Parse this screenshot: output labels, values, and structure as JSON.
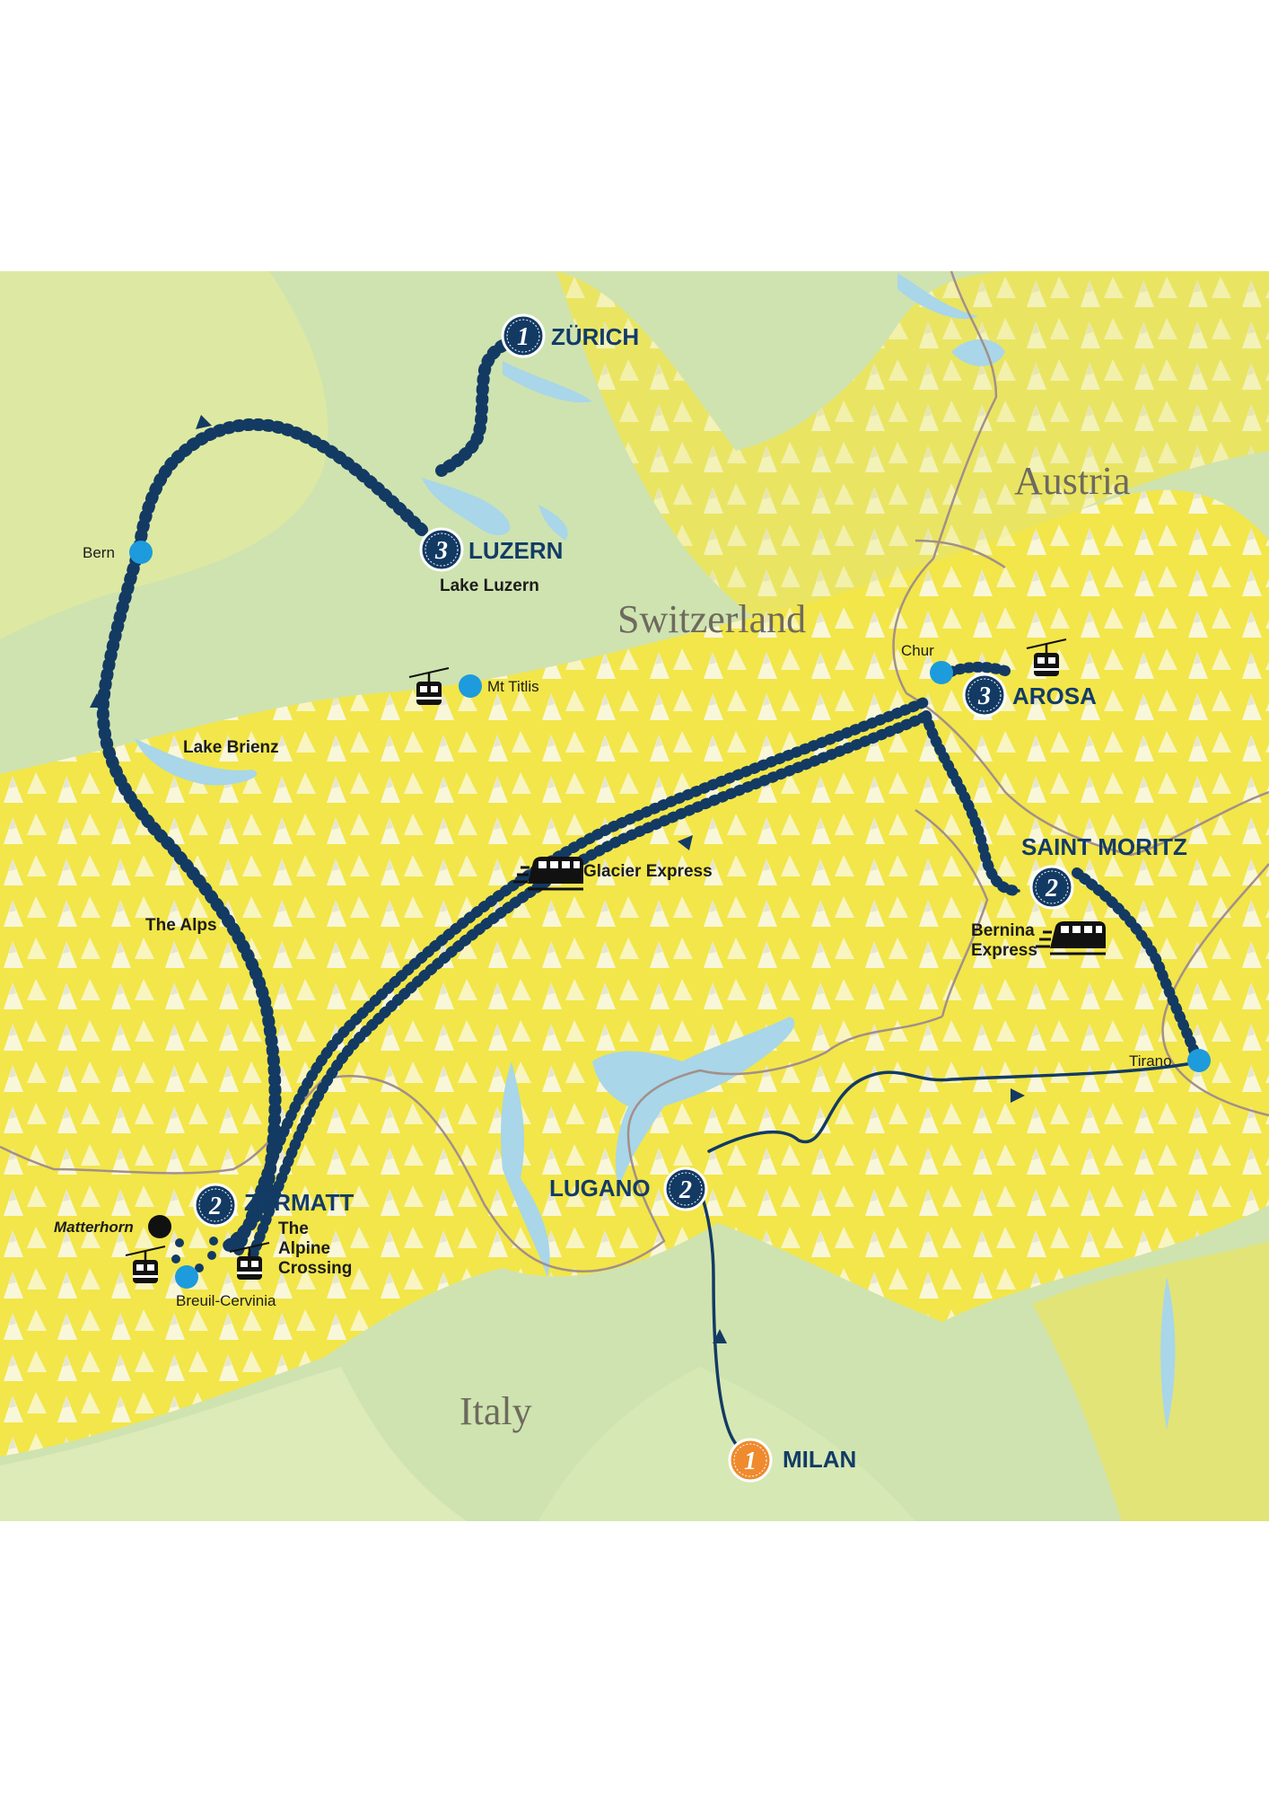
{
  "colors": {
    "land_green": "#cfe3b0",
    "mountain_yellow": "#f2e64a",
    "snow_white": "#fbfbf4",
    "water_blue": "#a9d6e8",
    "route_navy": "#133a63",
    "stop_blue": "#1e9bdc",
    "milan_orange": "#ef8a2e",
    "border_brown": "#a38f8a"
  },
  "countries": {
    "switzerland": "Switzerland",
    "austria": "Austria",
    "italy": "Italy"
  },
  "cities": {
    "zurich": {
      "label": "ZÜRICH",
      "nights": "1"
    },
    "luzern": {
      "label": "LUZERN",
      "nights": "3"
    },
    "arosa": {
      "label": "AROSA",
      "nights": "3"
    },
    "saint_moritz": {
      "label": "SAINT MORITZ",
      "nights": "2"
    },
    "zermatt": {
      "label": "ZERMATT",
      "nights": "2"
    },
    "lugano": {
      "label": "LUGANO",
      "nights": "2"
    },
    "milan": {
      "label": "MILAN",
      "nights": "1"
    }
  },
  "waypoints": {
    "bern": "Bern",
    "chur": "Chur",
    "tirano": "Tirano",
    "mt_titlis": "Mt Titlis",
    "breuil_cervinia": "Breuil-Cervinia",
    "matterhorn": "Matterhorn"
  },
  "places": {
    "lake_luzern": "Lake Luzern",
    "lake_brienz": "Lake Brienz",
    "the_alps": "The Alps"
  },
  "routes": {
    "glacier_express": "Glacier Express",
    "bernina_express_line1": "Bernina",
    "bernina_express_line2": "Express",
    "alpine_crossing_line1": "The",
    "alpine_crossing_line2": "Alpine",
    "alpine_crossing_line3": "Crossing"
  },
  "icons": {
    "cable_car": "cable-car-icon",
    "train": "train-icon"
  }
}
